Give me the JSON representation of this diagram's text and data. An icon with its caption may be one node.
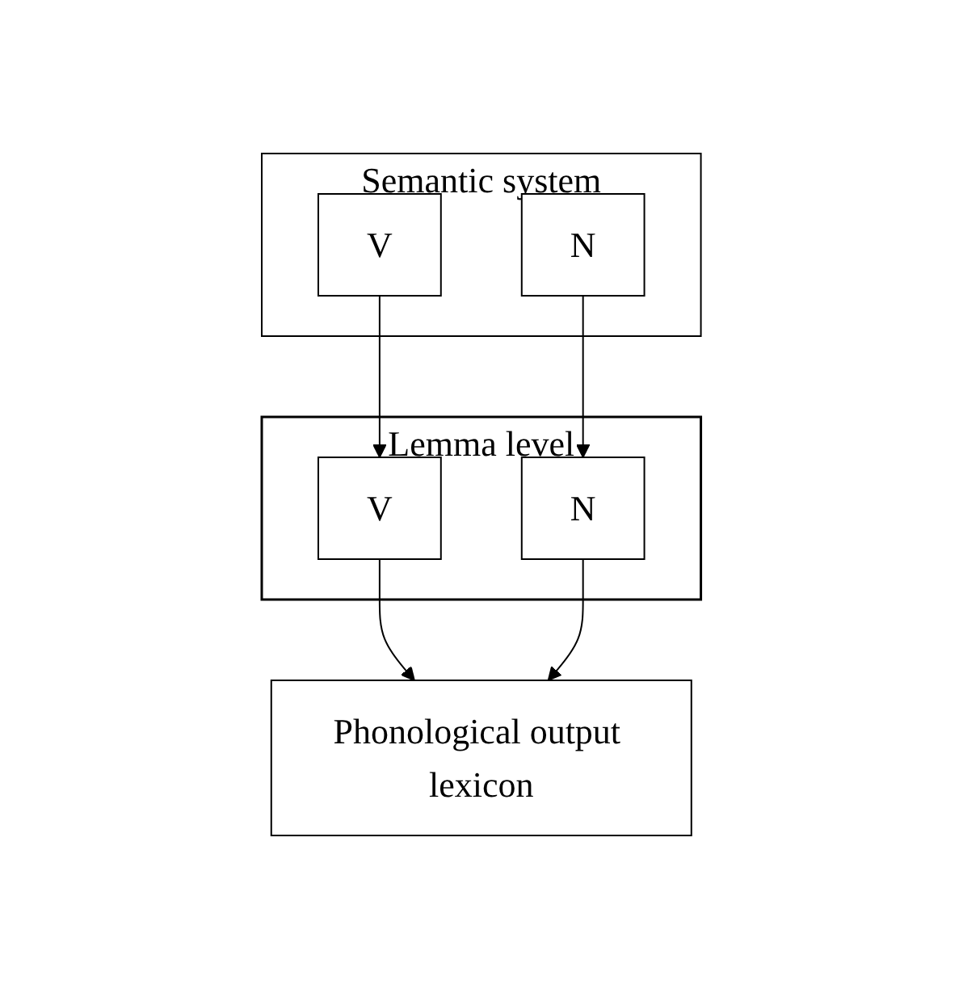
{
  "diagram": {
    "nodes": [
      {
        "text": [
          "Semantic system"
        ]
      },
      {
        "text": [
          "V"
        ],
        "in": 0
      },
      {
        "text": [
          "N"
        ],
        "in": 0
      },
      {
        "text": [],
        "shape": "box",
        "beside": [
          "Lemma level"
        ]
      },
      {
        "text": [
          "V"
        ],
        "in": 3
      },
      {
        "text": [
          "N"
        ],
        "in": 3
      },
      {
        "text": [
          "Phonological output lexicon"
        ]
      }
    ],
    "edges": [
      {
        "from": 1,
        "to": 4,
        "arrow": "to"
      },
      {
        "from": 2,
        "to": 5,
        "arrow": "to"
      },
      {
        "from": 4,
        "to": 6,
        "arrow": "to"
      },
      {
        "from": 5,
        "to": 6,
        "arrow": "to"
      }
    ]
  }
}
